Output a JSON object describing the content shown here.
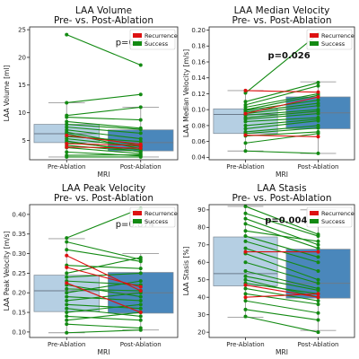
{
  "colors": {
    "pre_box": "#b5cfe3",
    "post_box": "#4a87bb",
    "success": "#138a13",
    "recurrence": "#dd1111",
    "whisker": "#999999",
    "median": "#6a7a8a",
    "axis": "#222222"
  },
  "legend": {
    "recurrence": "Recurrence",
    "success": "Success"
  },
  "chart_data": [
    {
      "type": "box-paired",
      "title": "LAA Volume",
      "subtitle": "Pre- vs. Post-Ablation",
      "xlabel": "MRI",
      "ylabel": "LAA Volume [ml]",
      "categories": [
        "Pre-Ablation",
        "Post-Ablation"
      ],
      "ylim": [
        1.5,
        25.5
      ],
      "yticks": [
        5,
        10,
        15,
        20,
        25
      ],
      "p_value": "p=0.07",
      "p_bold": false,
      "boxes": [
        {
          "q1": 4.6,
          "median": 6.2,
          "q3": 7.9,
          "whislo": 2.0,
          "whishi": 11.8
        },
        {
          "q1": 3.1,
          "median": 4.6,
          "q3": 6.9,
          "whislo": 2.0,
          "whishi": 11.0
        }
      ],
      "success_pairs": [
        [
          24.1,
          18.6
        ],
        [
          11.8,
          13.3
        ],
        [
          9.5,
          11.0
        ],
        [
          9.2,
          8.7
        ],
        [
          8.4,
          7.2
        ],
        [
          7.9,
          7.0
        ],
        [
          7.4,
          6.3
        ],
        [
          6.9,
          5.3
        ],
        [
          6.5,
          4.0
        ],
        [
          6.2,
          3.5
        ],
        [
          5.7,
          4.8
        ],
        [
          5.3,
          3.9
        ],
        [
          4.9,
          2.9
        ],
        [
          4.6,
          3.3
        ],
        [
          4.1,
          3.0
        ],
        [
          3.7,
          2.6
        ],
        [
          2.9,
          2.2
        ],
        [
          2.3,
          2.4
        ],
        [
          2.0,
          2.0
        ]
      ],
      "recurrence_pairs": [
        [
          5.9,
          4.3
        ],
        [
          4.4,
          4.1
        ],
        [
          3.8,
          3.6
        ]
      ]
    },
    {
      "type": "box-paired",
      "title": "LAA Median Velocity",
      "subtitle": "Pre- vs. Post-Ablation",
      "xlabel": "MRI",
      "ylabel": "LAA Median Velocity [m/s]",
      "categories": [
        "Pre-Ablation",
        "Post-Ablation"
      ],
      "ylim": [
        0.037,
        0.204
      ],
      "yticks": [
        0.04,
        0.06,
        0.08,
        0.1,
        0.12,
        0.14,
        0.16,
        0.18,
        0.2
      ],
      "p_value": "p=0.026",
      "p_bold": true,
      "boxes": [
        {
          "q1": 0.07,
          "median": 0.094,
          "q3": 0.101,
          "whislo": 0.048,
          "whishi": 0.124
        },
        {
          "q1": 0.076,
          "median": 0.096,
          "q3": 0.116,
          "whislo": 0.045,
          "whishi": 0.135
        }
      ],
      "success_pairs": [
        [
          0.121,
          0.195
        ],
        [
          0.11,
          0.134
        ],
        [
          0.106,
          0.13
        ],
        [
          0.103,
          0.12
        ],
        [
          0.1,
          0.118
        ],
        [
          0.099,
          0.112
        ],
        [
          0.097,
          0.108
        ],
        [
          0.095,
          0.105
        ],
        [
          0.093,
          0.1
        ],
        [
          0.09,
          0.098
        ],
        [
          0.088,
          0.095
        ],
        [
          0.085,
          0.09
        ],
        [
          0.08,
          0.088
        ],
        [
          0.076,
          0.086
        ],
        [
          0.072,
          0.08
        ],
        [
          0.07,
          0.077
        ],
        [
          0.067,
          0.072
        ],
        [
          0.058,
          0.07
        ],
        [
          0.048,
          0.045
        ]
      ],
      "recurrence_pairs": [
        [
          0.124,
          0.122
        ],
        [
          0.095,
          0.116
        ],
        [
          0.068,
          0.066
        ]
      ]
    },
    {
      "type": "box-paired",
      "title": "LAA Peak Velocity",
      "subtitle": "Pre- vs. Post-Ablation",
      "xlabel": "MRI",
      "ylabel": "LAA Peak Velocity [m/s]",
      "categories": [
        "Pre-Ablation",
        "Post-Ablation"
      ],
      "ylim": [
        0.086,
        0.425
      ],
      "yticks": [
        0.1,
        0.15,
        0.2,
        0.25,
        0.3,
        0.35,
        0.4
      ],
      "p_value": "p=0.874",
      "p_bold": false,
      "boxes": [
        {
          "q1": 0.152,
          "median": 0.205,
          "q3": 0.245,
          "whislo": 0.098,
          "whishi": 0.338
        },
        {
          "q1": 0.148,
          "median": 0.2,
          "q3": 0.252,
          "whislo": 0.105,
          "whishi": 0.3
        }
      ],
      "success_pairs": [
        [
          0.34,
          0.415
        ],
        [
          0.33,
          0.285
        ],
        [
          0.31,
          0.28
        ],
        [
          0.27,
          0.262
        ],
        [
          0.25,
          0.29
        ],
        [
          0.24,
          0.25
        ],
        [
          0.23,
          0.22
        ],
        [
          0.22,
          0.19
        ],
        [
          0.21,
          0.205
        ],
        [
          0.2,
          0.23
        ],
        [
          0.19,
          0.18
        ],
        [
          0.18,
          0.2
        ],
        [
          0.17,
          0.16
        ],
        [
          0.16,
          0.14
        ],
        [
          0.15,
          0.17
        ],
        [
          0.14,
          0.13
        ],
        [
          0.13,
          0.15
        ],
        [
          0.12,
          0.11
        ],
        [
          0.098,
          0.105
        ]
      ],
      "recurrence_pairs": [
        [
          0.295,
          0.205
        ],
        [
          0.265,
          0.215
        ],
        [
          0.225,
          0.15
        ]
      ]
    },
    {
      "type": "box-paired",
      "title": "LAA Stasis",
      "subtitle": "Pre- vs. Post-Ablation",
      "xlabel": "MRI",
      "ylabel": "LAA Stasis [%]",
      "categories": [
        "Pre-Ablation",
        "Post-Ablation"
      ],
      "ylim": [
        17,
        93
      ],
      "yticks": [
        20,
        30,
        40,
        50,
        60,
        70,
        80,
        90
      ],
      "p_value": "p=0.004",
      "p_bold": true,
      "boxes": [
        {
          "q1": 46.5,
          "median": 53.5,
          "q3": 74.5,
          "whislo": 28.5,
          "whishi": 92.0
        },
        {
          "q1": 39.5,
          "median": 48.0,
          "q3": 67.5,
          "whislo": 21.0,
          "whishi": 90.0
        }
      ],
      "success_pairs": [
        [
          92,
          76
        ],
        [
          88,
          75
        ],
        [
          85,
          70
        ],
        [
          82,
          68
        ],
        [
          78,
          72
        ],
        [
          75,
          63
        ],
        [
          72,
          60
        ],
        [
          68,
          55
        ],
        [
          65,
          50
        ],
        [
          60,
          48
        ],
        [
          55,
          45
        ],
        [
          52,
          44
        ],
        [
          50,
          40
        ],
        [
          48,
          42
        ],
        [
          45,
          38
        ],
        [
          42,
          36
        ],
        [
          38,
          31
        ],
        [
          33,
          27
        ],
        [
          29,
          20
        ]
      ],
      "recurrence_pairs": [
        [
          66,
          66
        ],
        [
          47,
          40
        ],
        [
          40,
          42
        ]
      ]
    }
  ]
}
